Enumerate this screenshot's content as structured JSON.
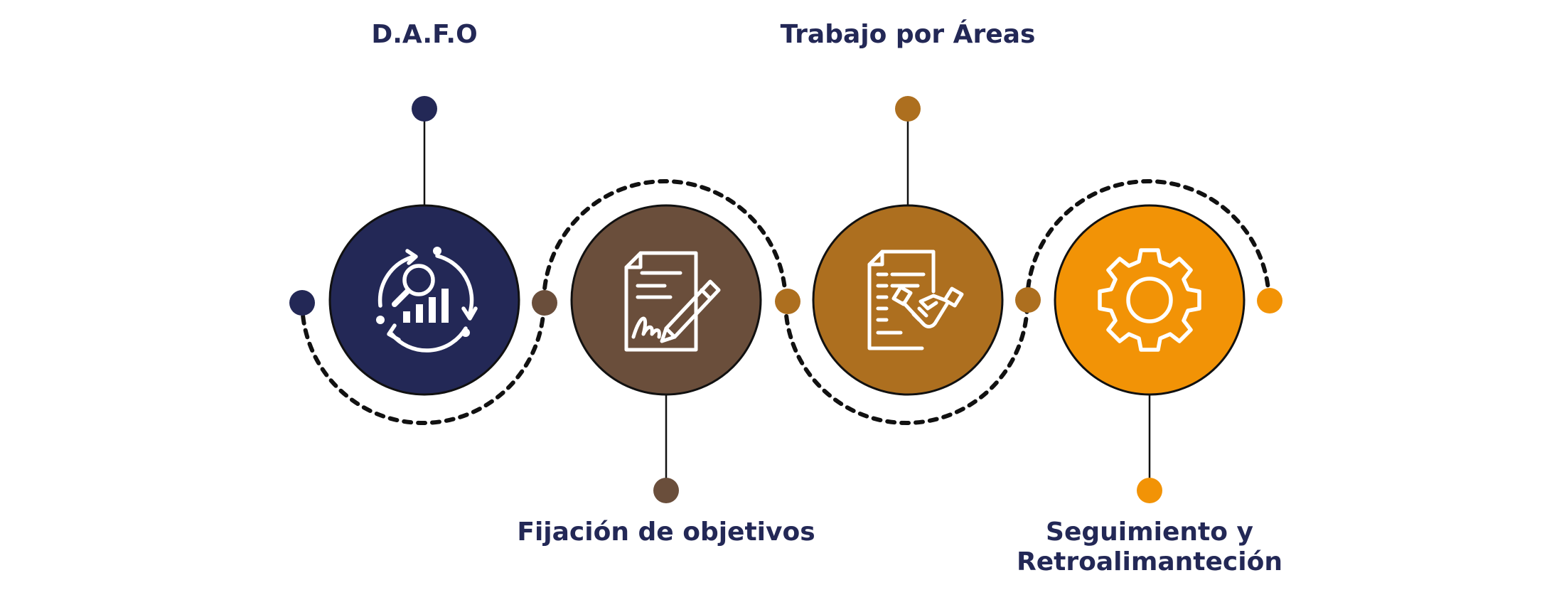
{
  "steps": [
    {
      "label": "D.A.F.O",
      "color": "#232856",
      "icon": "analytics-cycle-icon"
    },
    {
      "label": "Fijación de objetivos",
      "color": "#6a4e3b",
      "icon": "signed-document-icon"
    },
    {
      "label": "Trabajo por Áreas",
      "color": "#ad6f1f",
      "icon": "handshake-document-icon"
    },
    {
      "label_lines": [
        "Seguimiento y",
        "Retroalimanteción"
      ],
      "color": "#f29306",
      "icon": "gear-icon"
    }
  ],
  "connector_color": "#111111",
  "outline_color": "#111111"
}
